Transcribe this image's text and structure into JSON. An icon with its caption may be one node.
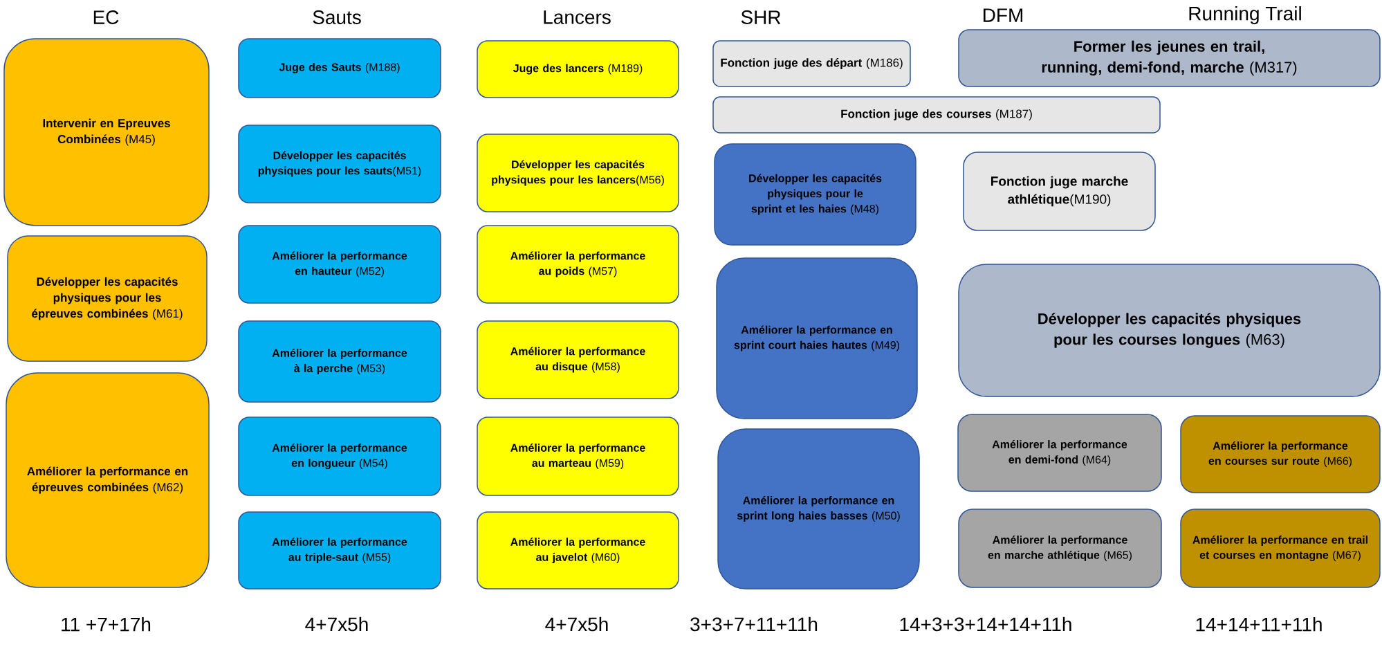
{
  "diagram": {
    "nodes": [
      {
        "text": [
          "**Intervenir en Epreuves Combinées** (M45)"
        ]
      },
      {
        "text": [
          "**Développer les capacités physiques pour les épreuves combinées** (M61)"
        ]
      },
      {
        "text": [
          "**Améliorer la performance en épreuves combinées** (M62)"
        ]
      },
      {
        "text": [
          "**Juge des Sauts** (M188)"
        ]
      },
      {
        "text": [
          "**Développer les capacités physiques pour les sauts**(M51)"
        ]
      },
      {
        "text": [
          "**Améliorer la performance en hauteur** (M52)"
        ]
      },
      {
        "text": [
          "**Améliorer la performance à la perche** (M53)"
        ]
      },
      {
        "text": [
          "**Améliorer la performance en longueur** (M54)"
        ]
      },
      {
        "text": [
          "**Améliorer la performance au triple-saut** (M55)"
        ]
      },
      {
        "text": [
          "**Juge des lancers** (M189)"
        ]
      },
      {
        "text": [
          "**Développer les capacités physiques pour les lancers**(M56)"
        ]
      },
      {
        "text": [
          "**Améliorer la performance au poids** (M57)"
        ]
      },
      {
        "text": [
          "**Améliorer la performance au disque** (M58)"
        ]
      },
      {
        "text": [
          "**Améliorer la performance au marteau** (M59)"
        ]
      },
      {
        "text": [
          "**Améliorer la performance au javelot** (M60)"
        ]
      },
      {
        "text": [
          "**Fonction juge des départ** (M186)"
        ]
      },
      {
        "text": [
          "**Fonction juge des courses** (M187)"
        ]
      },
      {
        "text": [
          "**Développer les capacités physiques pour le sprint et les haies** (M48)"
        ]
      },
      {
        "text": [
          "**Améliorer la performance en sprint court haies hautes** (M49)"
        ]
      },
      {
        "text": [
          "**Améliorer la performance en sprint long haies basses** (M50)"
        ]
      },
      {
        "text": [
          "**Former les jeunes en trail, running, demi-fond, marche** (M317)"
        ]
      },
      {
        "text": [
          "**Fonction juge marche athlétique**(M190)"
        ]
      },
      {
        "text": [
          "**Développer les capacités physiques pour les courses longues** (M63)"
        ]
      },
      {
        "text": [
          "**Améliorer la performance en demi-fond** (M64)"
        ]
      },
      {
        "text": [
          "**Améliorer la performance en marche athlétique** (M65)"
        ]
      },
      {
        "text": [
          "**Améliorer la performance en courses sur route** (M66)"
        ]
      },
      {
        "text": [
          "**Améliorer la performance en trail et courses en montagne** (M67)"
        ]
      }
    ],
    "labels": [
      "EC",
      "Sauts",
      "Lancers",
      "SHR",
      "DFM",
      "Running Trail",
      "11 +7+17h",
      "4+7x5h",
      "4+7x5h",
      "3+3+7+11+11h",
      "14+3+3+14+14+11h",
      "14+14+11+11h"
    ]
  }
}
